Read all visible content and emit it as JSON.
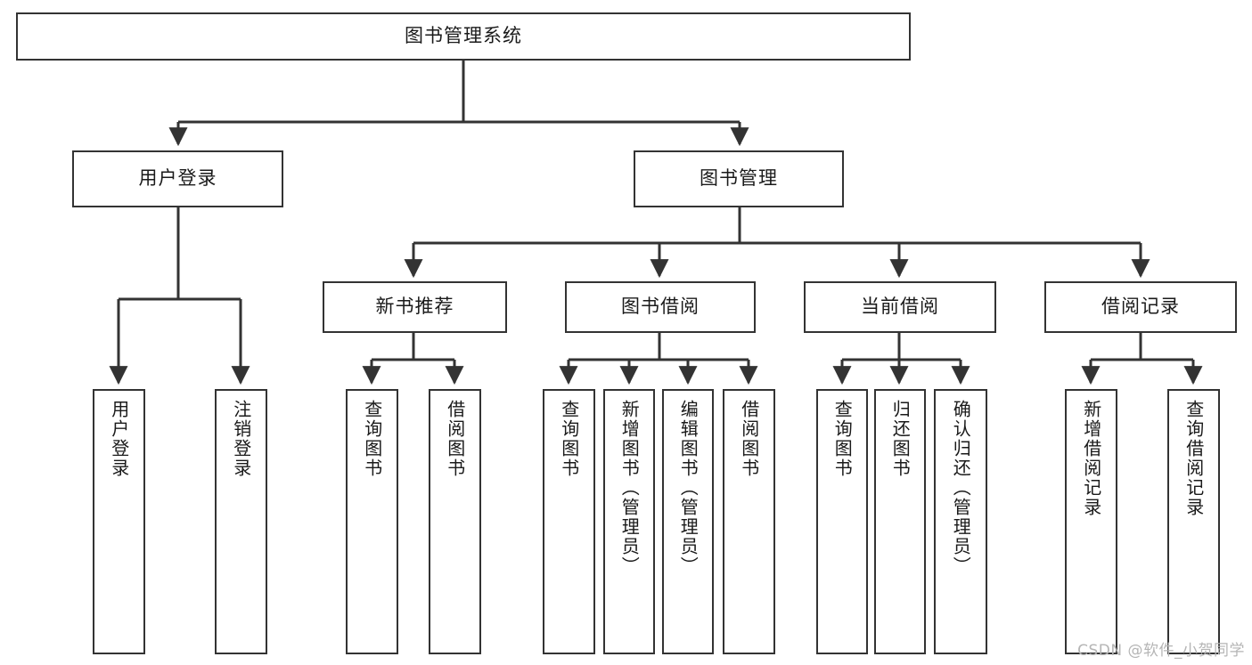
{
  "diagram": {
    "title_node": {
      "id": "root",
      "label": "图书管理系统"
    },
    "colors": {
      "box_border": "#333333",
      "box_fill": "#ffffff",
      "edge": "#333333",
      "text": "#1a1a1a",
      "watermark": "#b5b5b5",
      "background": "#ffffff"
    },
    "level2": [
      {
        "id": "user-login",
        "label": "用户登录"
      },
      {
        "id": "book-manage",
        "label": "图书管理"
      }
    ],
    "level3": [
      {
        "id": "new-book-recommend",
        "label": "新书推荐"
      },
      {
        "id": "book-borrow",
        "label": "图书借阅"
      },
      {
        "id": "current-borrow",
        "label": "当前借阅"
      },
      {
        "id": "borrow-record",
        "label": "借阅记录"
      }
    ],
    "leaves": {
      "user_login": [
        {
          "id": "leaf-user-login",
          "label": "用户登录"
        },
        {
          "id": "leaf-user-logout",
          "label": "注销登录"
        }
      ],
      "new_book_recommend": [
        {
          "id": "leaf-query-book-1",
          "label": "查询图书"
        },
        {
          "id": "leaf-borrow-book-1",
          "label": "借阅图书"
        }
      ],
      "book_borrow": [
        {
          "id": "leaf-query-book-2",
          "label": "查询图书"
        },
        {
          "id": "leaf-add-book",
          "label": "新增图书（管理员）"
        },
        {
          "id": "leaf-edit-book",
          "label": "编辑图书（管理员）"
        },
        {
          "id": "leaf-borrow-book-2",
          "label": "借阅图书"
        }
      ],
      "current_borrow": [
        {
          "id": "leaf-query-book-3",
          "label": "查询图书"
        },
        {
          "id": "leaf-return-book",
          "label": "归还图书"
        },
        {
          "id": "leaf-confirm-return",
          "label": "确认归还（管理员）"
        }
      ],
      "borrow_record": [
        {
          "id": "leaf-add-record",
          "label": "新增借阅记录"
        },
        {
          "id": "leaf-query-record",
          "label": "查询借阅记录"
        }
      ]
    }
  },
  "watermark": {
    "text": "CSDN @软件_小贺同学"
  }
}
